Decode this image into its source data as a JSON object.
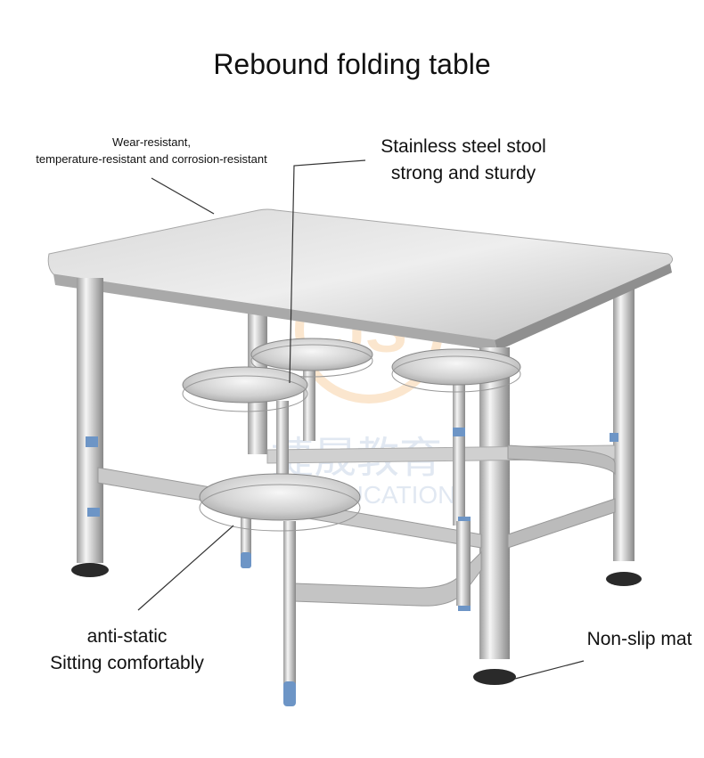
{
  "title": "Rebound folding table",
  "callouts": {
    "wear_1": "Wear-resistant,",
    "wear_2": "temperature-resistant and corrosion-resistant",
    "stool_1": "Stainless steel stool",
    "stool_2": "strong and sturdy",
    "seat_1": "anti-static",
    "seat_2": "Sitting comfortably",
    "mat": "Non-slip mat"
  },
  "watermark": {
    "text_cn": "捷晟教育",
    "text_en": "EDUCATION",
    "logo": "JS"
  },
  "colors": {
    "steel_light": "#f2f2f2",
    "steel_mid": "#c8c8c8",
    "steel_dark": "#8d8d8d",
    "blue_cap": "#6d95c6",
    "foot": "#2a2a2a"
  }
}
